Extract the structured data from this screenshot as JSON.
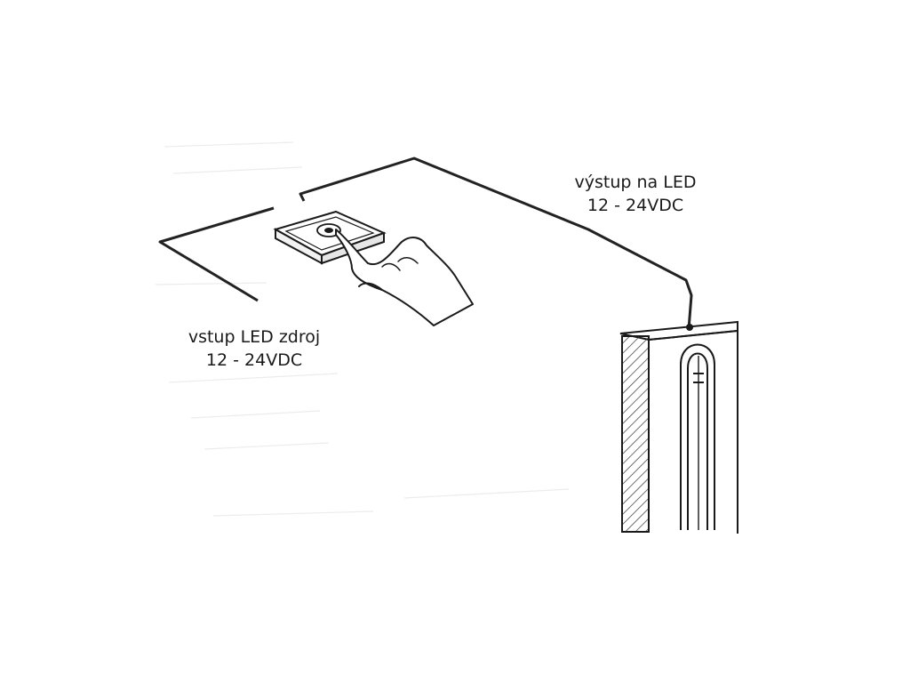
{
  "labels": {
    "output": {
      "line1": "výstup na LED",
      "line2": "12 - 24VDC"
    },
    "input": {
      "line1": "vstup LED zdroj",
      "line2": "12 - 24VDC"
    }
  },
  "elements": {
    "switch": "touch-dimmer-switch",
    "hand": "hand-pressing-switch",
    "profile": "led-profile-door-frame"
  },
  "colors": {
    "line": "#1a1a1a",
    "wire": "#222222",
    "background": "#ffffff"
  }
}
